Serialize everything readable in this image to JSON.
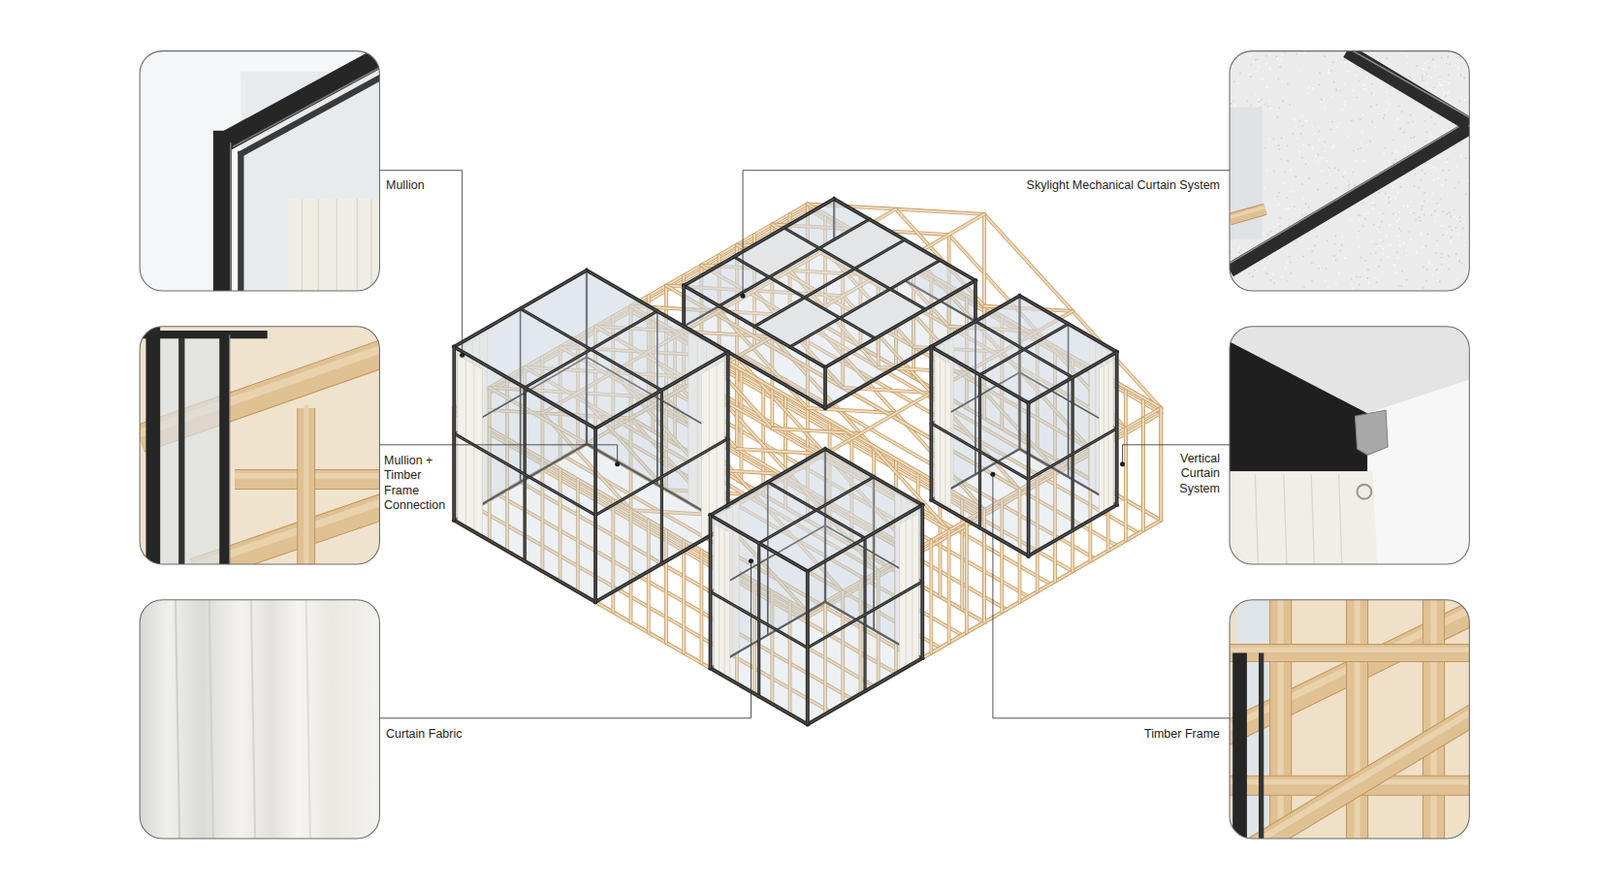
{
  "diagram": {
    "labels": [
      "Mullion",
      "Mullion + Timber Frame Connection",
      "Curtain Fabric",
      "Skylight Mechanical Curtain System",
      "Vertical Curtain System",
      "Timber Frame"
    ]
  }
}
